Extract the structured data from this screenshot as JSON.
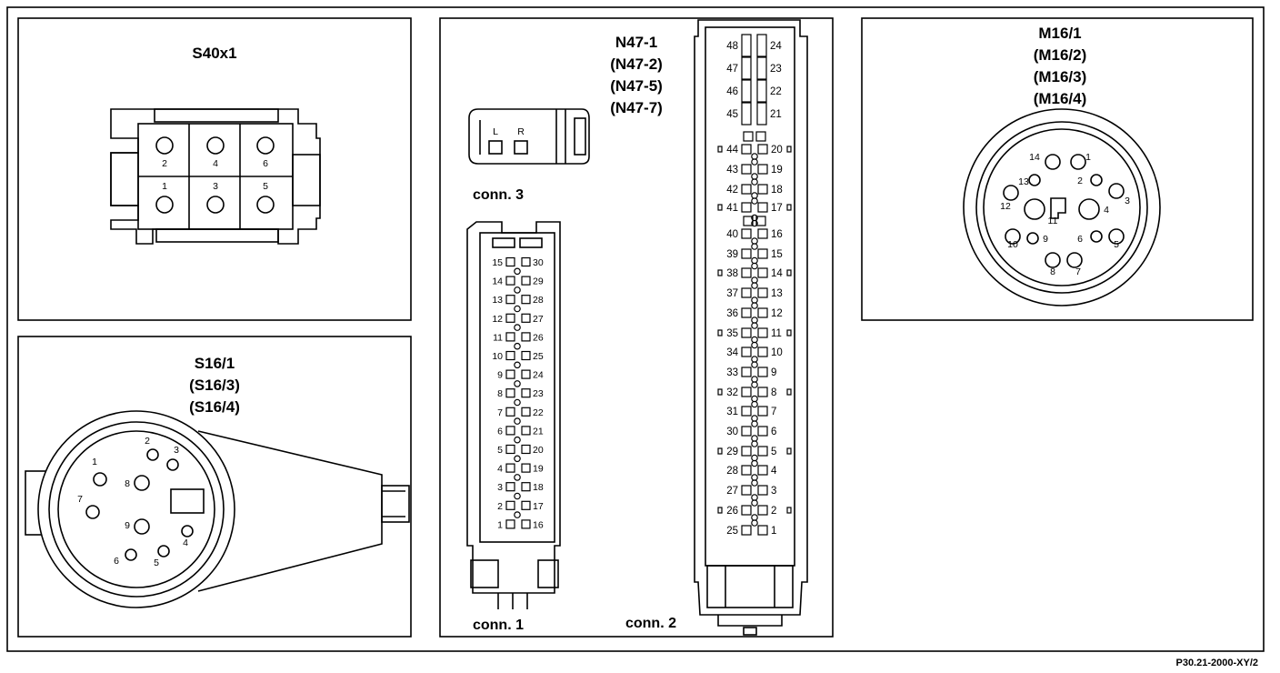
{
  "s40x1": {
    "title": "S40x1",
    "pins_top": [
      "2",
      "4",
      "6"
    ],
    "pins_bottom": [
      "1",
      "3",
      "5"
    ]
  },
  "s16": {
    "title": [
      "S16/1",
      "(S16/3)",
      "(S16/4)"
    ],
    "pins": [
      "1",
      "2",
      "3",
      "4",
      "5",
      "6",
      "7",
      "8",
      "9"
    ]
  },
  "n47": {
    "title": [
      "N47-1",
      "(N47-2)",
      "(N47-5)",
      "(N47-7)"
    ],
    "conn3_label": "conn. 3",
    "conn3_pins": [
      "L",
      "R"
    ],
    "conn1_label": "conn. 1",
    "conn2_label": "conn. 2",
    "conn1_left": [
      "15",
      "14",
      "13",
      "12",
      "11",
      "10",
      "9",
      "8",
      "7",
      "6",
      "5",
      "4",
      "3",
      "2",
      "1"
    ],
    "conn1_right": [
      "30",
      "29",
      "28",
      "27",
      "26",
      "25",
      "24",
      "23",
      "22",
      "21",
      "20",
      "19",
      "18",
      "17",
      "16"
    ],
    "conn2_top_left": [
      "48",
      "47",
      "46",
      "45"
    ],
    "conn2_top_right": [
      "24",
      "23",
      "22",
      "21"
    ],
    "conn2_left": [
      "44",
      "43",
      "42",
      "41",
      "40",
      "39",
      "38",
      "37",
      "36",
      "35",
      "34",
      "33",
      "32",
      "31",
      "30",
      "29",
      "28",
      "27",
      "26",
      "25"
    ],
    "conn2_right": [
      "20",
      "19",
      "18",
      "17",
      "16",
      "15",
      "14",
      "13",
      "12",
      "11",
      "10",
      "9",
      "8",
      "7",
      "6",
      "5",
      "4",
      "3",
      "2",
      "1"
    ]
  },
  "m16": {
    "title": [
      "M16/1",
      "(M16/2)",
      "(M16/3)",
      "(M16/4)"
    ],
    "pins": [
      "1",
      "2",
      "3",
      "4",
      "5",
      "6",
      "7",
      "8",
      "9",
      "10",
      "11",
      "12",
      "13",
      "14"
    ]
  },
  "footer": {
    "code": "P30.21-2000-XY/2"
  }
}
